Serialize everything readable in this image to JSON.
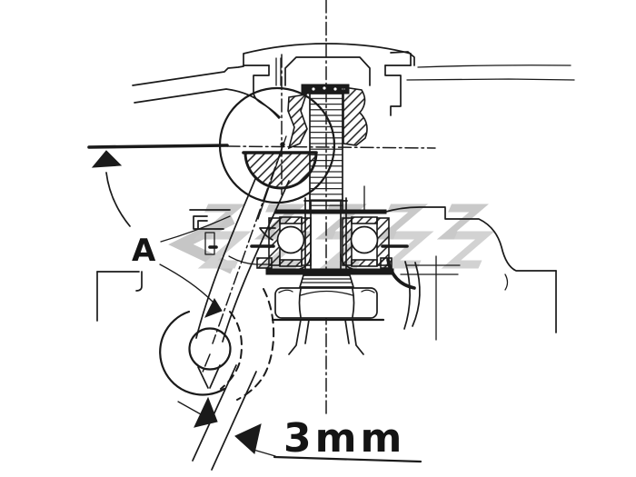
{
  "figure": {
    "type": "technical-line-drawing",
    "alt": "Cross-section of a control linkage: ball joint on a threaded rod above a ball bearing and hex nut, pivoting lever shown solid and dashed, angle reference A and 3mm adjustment dimension",
    "labels": {
      "angle": "A",
      "measurement": "3mm"
    },
    "colors": {
      "ink": "#1a1a1a",
      "background": "#ffffff",
      "watermark": "#c9c9c9"
    },
    "watermark_present": true
  }
}
